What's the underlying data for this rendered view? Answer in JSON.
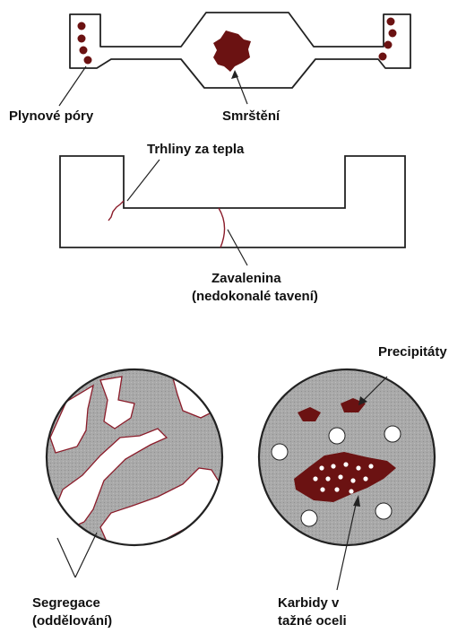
{
  "labels": {
    "gas_pores": "Plynové póry",
    "shrinkage": "Smrštění",
    "hot_cracks": "Trhliny za tepla",
    "cold_lap_line1": "Zavalenina",
    "cold_lap_line2": "(nedokonalé tavení)",
    "precipitates": "Precipitáty",
    "segregation_line1": "Segregace",
    "segregation_line2": "(oddělování)",
    "carbides_line1": "Karbidy v",
    "carbides_line2": "tažné oceli"
  },
  "colors": {
    "outline": "#222222",
    "defect": "#6b1212",
    "matrix_gray": "#a7a7a7",
    "crack": "#8b1c2a"
  }
}
